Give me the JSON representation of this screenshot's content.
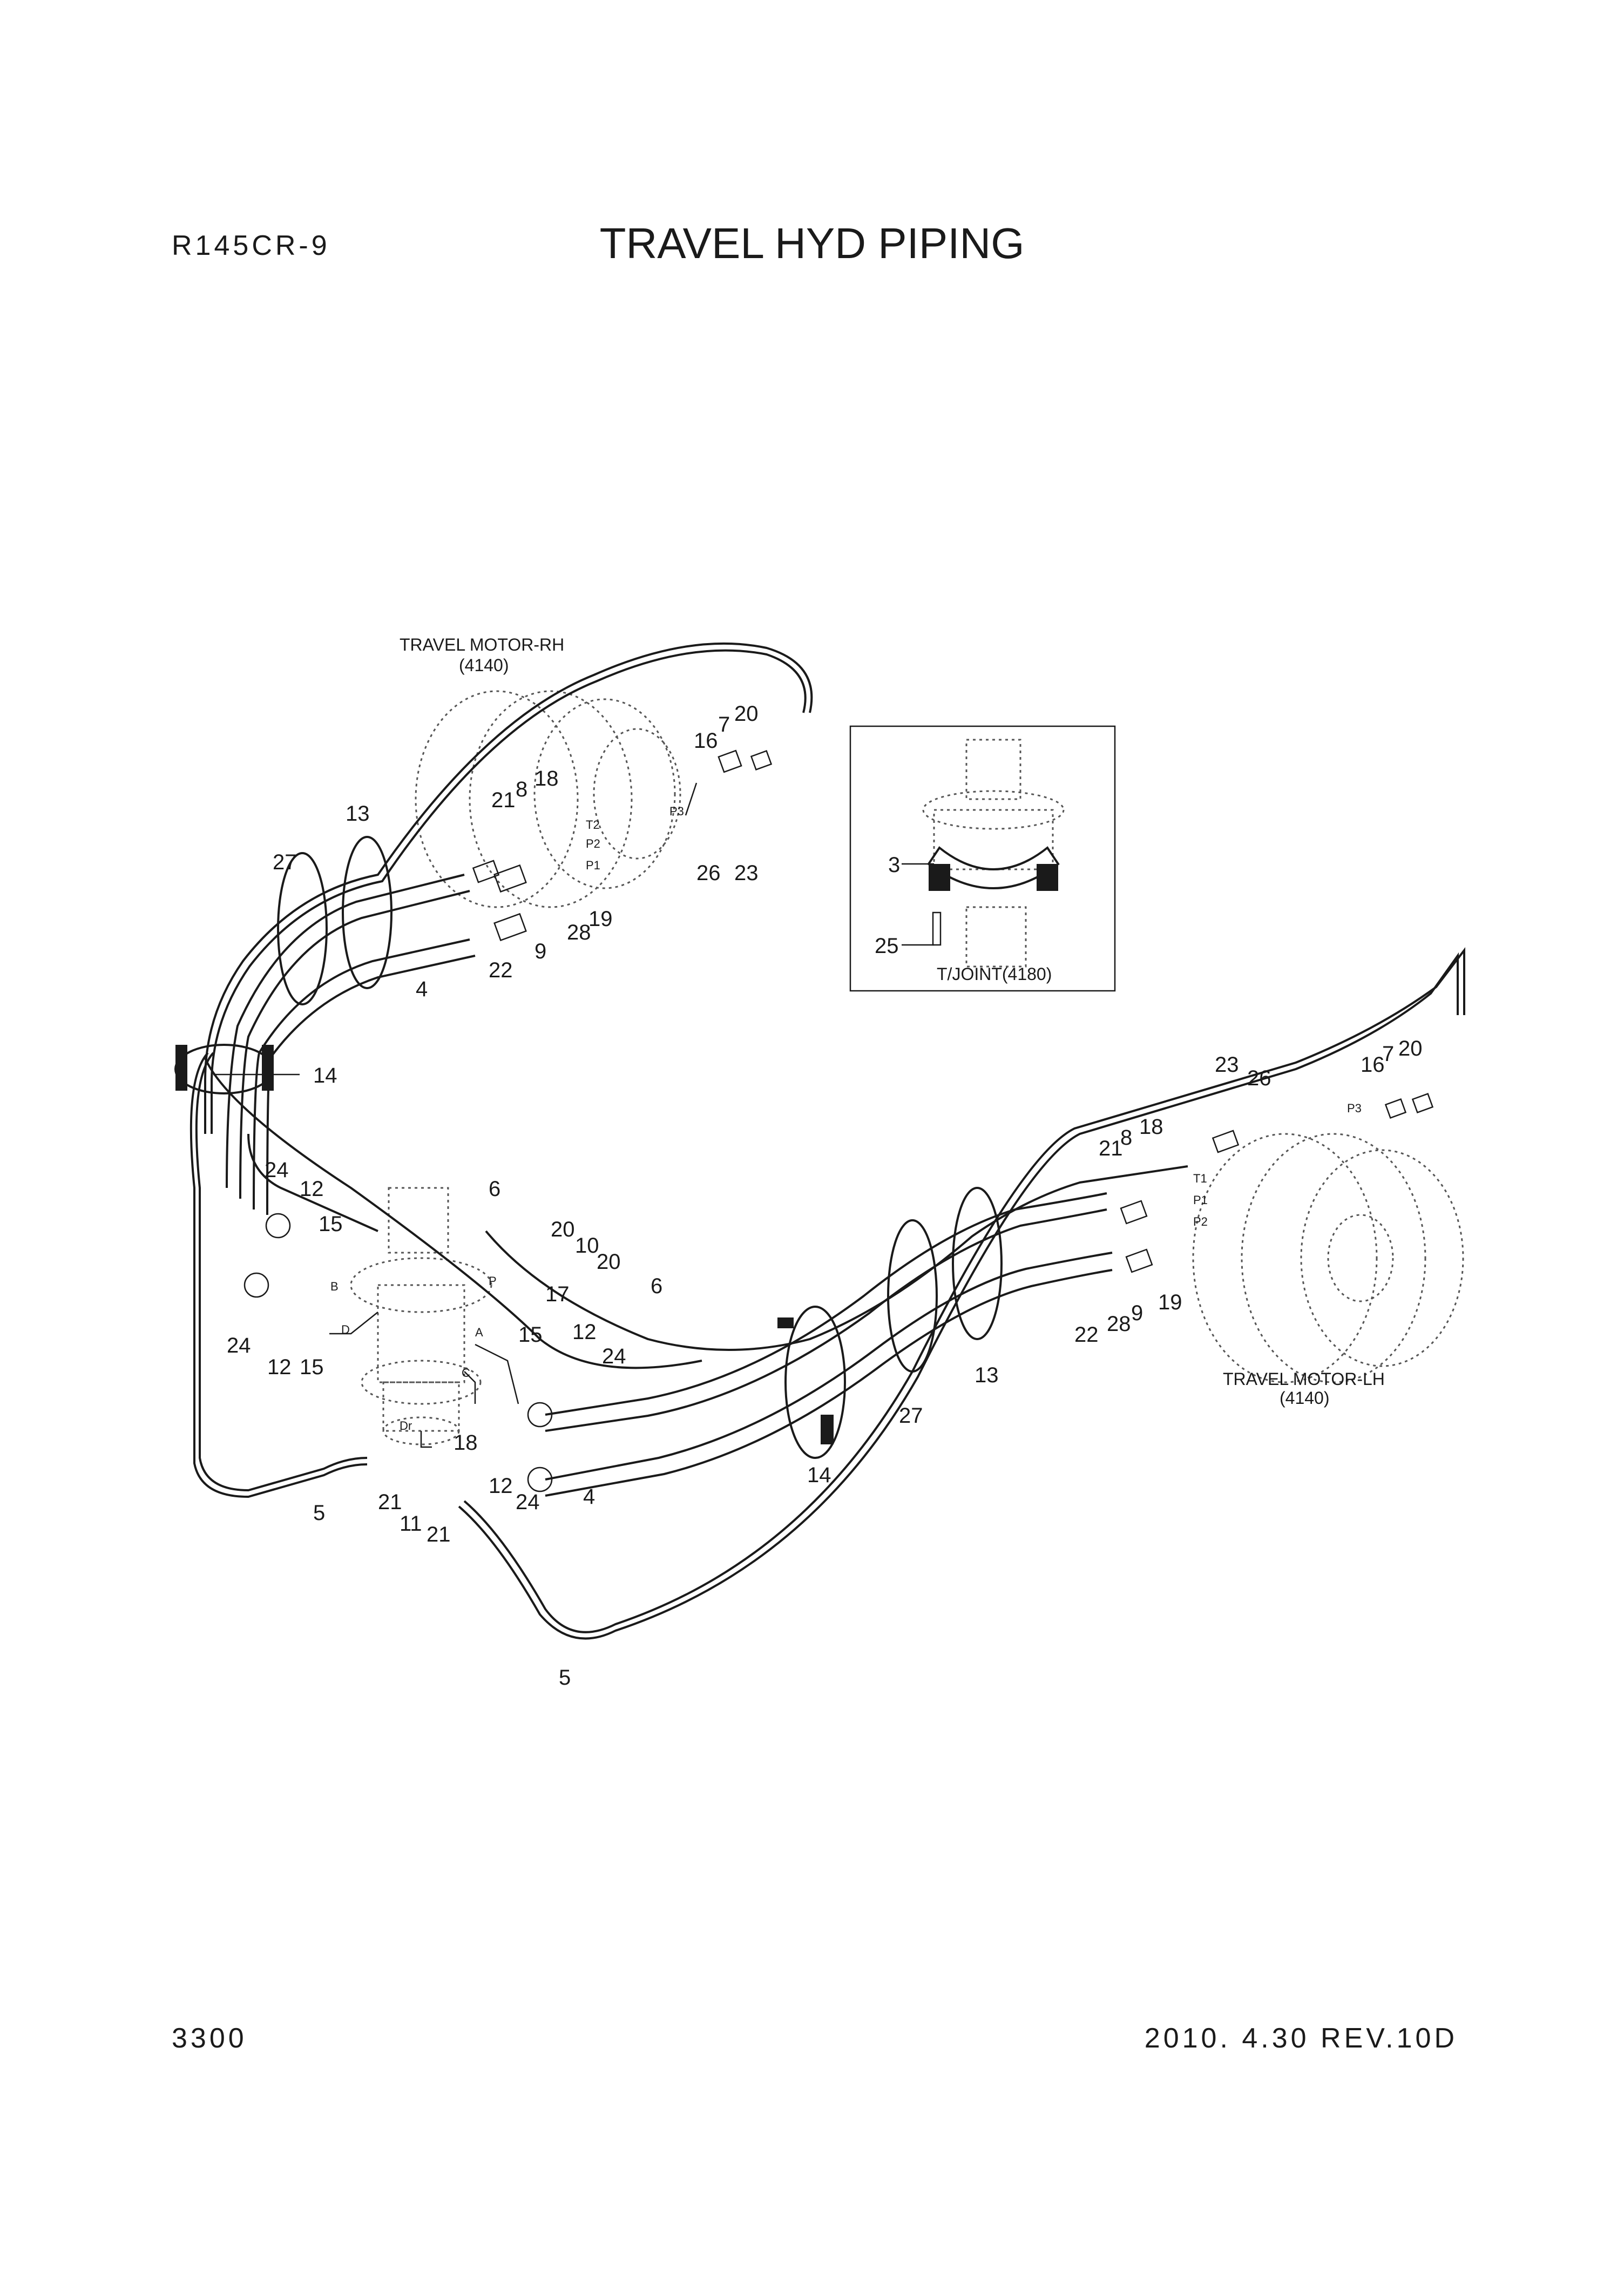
{
  "header": {
    "model": "R145CR-9",
    "title": "TRAVEL HYD PIPING"
  },
  "footer": {
    "page": "3300",
    "revision": "2010. 4.30  REV.10D"
  },
  "captions": {
    "motor_rh": "TRAVEL MOTOR-RH",
    "motor_rh_ref": "(4140)",
    "motor_lh": "TRAVEL MOTOR-LH",
    "motor_lh_ref": "(4140)",
    "tjoint": "T/JOINT(4180)"
  },
  "ports": {
    "p3_rh": "P3",
    "p3_lh": "P3",
    "p1_rh": "P1",
    "p2_rh": "P2",
    "t2_rh": "T2",
    "p1_lh": "P1",
    "p2_lh": "P2",
    "t1_lh": "T1",
    "a": "A",
    "b": "B",
    "c": "C",
    "d": "D",
    "p": "P",
    "dr": "Dr"
  },
  "callouts": [
    "13",
    "27",
    "14",
    "4",
    "22",
    "9",
    "19",
    "28",
    "21",
    "8",
    "18",
    "16",
    "7",
    "20",
    "26",
    "23",
    "3",
    "25",
    "23",
    "26",
    "16",
    "7",
    "20",
    "21",
    "8",
    "18",
    "22",
    "28",
    "9",
    "19",
    "13",
    "27",
    "14",
    "4",
    "24",
    "12",
    "15",
    "24",
    "12",
    "15",
    "6",
    "20",
    "10",
    "20",
    "17",
    "6",
    "15",
    "12",
    "24",
    "12",
    "24",
    "18",
    "5",
    "21",
    "11",
    "21",
    "5"
  ]
}
